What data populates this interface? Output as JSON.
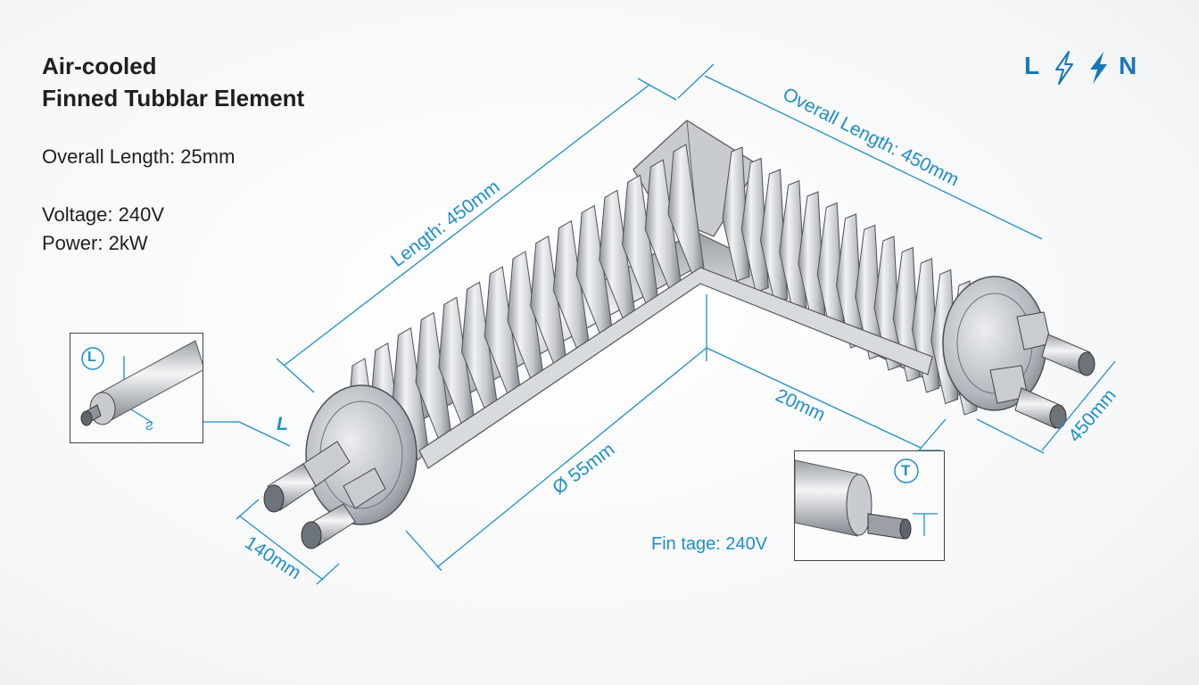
{
  "title": {
    "line1": "Air-cooled",
    "line2": "Finned Tubblar Element"
  },
  "specs": {
    "overall_length": "Overall Length: 25mm",
    "voltage": "Voltage: 240V",
    "power": "Power: 2kW"
  },
  "legend": {
    "l": "L",
    "n": "N",
    "icons": [
      "lightning-outline-icon",
      "lightning-solid-icon"
    ]
  },
  "dimensions": {
    "length": "Length: 450mm",
    "overall_length": "Overall Length: 450mm",
    "right_end": "450mm",
    "inner": "20mm",
    "diameter": "Ø 55mm",
    "terminal": "140mm",
    "terminal_label": "L"
  },
  "insets": {
    "left_marker": "L",
    "left_small_label": "Ƨ",
    "right_marker": "T",
    "fin_tage": "Fin tage: 240V"
  },
  "colors": {
    "dimension": "#1f8ec9",
    "accent": "#1677b8",
    "metal": "#b9bec4"
  }
}
